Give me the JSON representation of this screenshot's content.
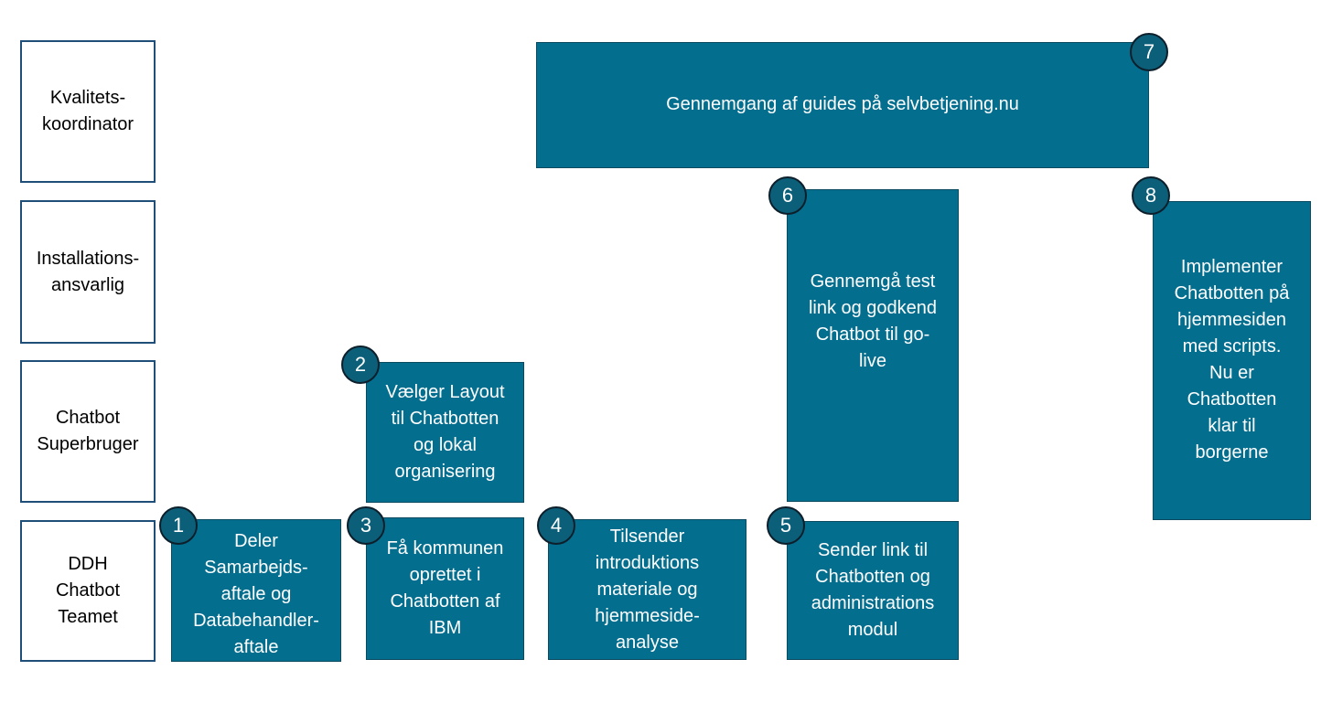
{
  "lanes": [
    {
      "label": "Kvalitets-\nkoordinator"
    },
    {
      "label": "Installations-\nansvarlig"
    },
    {
      "label": "Chatbot\nSuperbruger"
    },
    {
      "label": "DDH\nChatbot\nTeamet"
    }
  ],
  "steps": [
    {
      "number": "1",
      "text": "Deler\nSamarbejds-\naftale og\nDatabehandler-\naftale"
    },
    {
      "number": "2",
      "text": "Vælger Layout\ntil Chatbotten\nog lokal\norganisering"
    },
    {
      "number": "3",
      "text": "Få kommunen\noprettet i\nChatbotten af\nIBM"
    },
    {
      "number": "4",
      "text": "Tilsender\nintroduktions\nmateriale og\nhjemmeside-\nanalyse"
    },
    {
      "number": "5",
      "text": "Sender link til\nChatbotten og\nadministrations\nmodul"
    },
    {
      "number": "6",
      "text": "Gennemgå test\nlink og godkend\nChatbot til go-\nlive"
    },
    {
      "number": "7",
      "text": "Gennemgang af guides på selvbetjening.nu"
    },
    {
      "number": "8",
      "text": "Implementer\nChatbotten på\nhjemmesiden\nmed scripts.\nNu er\nChatbotten\nklar til\nborgerne"
    }
  ],
  "colors": {
    "step_fill": "#046e8f",
    "badge_fill": "#0b5f79",
    "lane_border": "#1f4e79"
  }
}
